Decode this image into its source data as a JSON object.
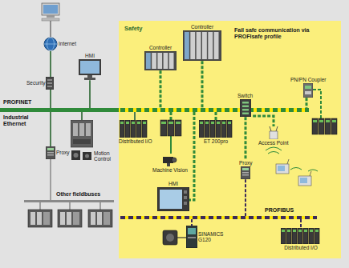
{
  "diagram": {
    "nodes": [
      {
        "text": [
          "Internet"
        ]
      },
      {
        "text": [
          "Security"
        ]
      },
      {
        "text": [
          "HMI"
        ]
      },
      {
        "text": [
          "PROFINET",
          "Industrial Ethernet"
        ]
      },
      {
        "text": [
          "Proxy"
        ]
      },
      {
        "text": [
          "Motion Control"
        ]
      },
      {
        "text": [
          "Distributed I/O"
        ]
      },
      {
        "text": [
          "Other fieldbuses"
        ]
      },
      {
        "text": [
          "Safety"
        ]
      },
      {
        "text": [
          "Controller"
        ],
        "in": 8
      },
      {
        "text": [
          "Controller"
        ],
        "in": 8
      },
      {
        "text": [
          "Switch"
        ],
        "in": 8
      },
      {
        "text": [
          "ET 200pro"
        ],
        "in": 8
      },
      {
        "text": [
          "Machine Vision"
        ],
        "in": 8
      },
      {
        "text": [
          "HMI"
        ],
        "in": 8
      },
      {
        "text": [
          "Proxy"
        ],
        "in": 8
      },
      {
        "text": [
          "Access Point"
        ],
        "in": 8
      },
      {
        "text": [
          "PN/PN Coupler"
        ],
        "in": 8
      },
      {
        "text": [
          "PROFIBUS"
        ],
        "in": 8
      },
      {
        "text": [
          "SINAMICS G120"
        ],
        "in": 8
      },
      {
        "text": [
          "Distributed I/O"
        ],
        "in": 8
      }
    ],
    "edges": [
      {
        "from": 0,
        "to": 1,
        "arrow": "none"
      },
      {
        "from": 1,
        "to": 3,
        "arrow": "none"
      },
      {
        "from": 2,
        "to": 3,
        "arrow": "none"
      },
      {
        "from": 3,
        "to": 4,
        "arrow": "none"
      },
      {
        "from": 4,
        "to": 7,
        "arrow": "none"
      },
      {
        "from": 3,
        "to": 5,
        "arrow": "none"
      },
      {
        "from": 3,
        "to": 6,
        "arrow": "none"
      },
      {
        "from": 9,
        "to": 3,
        "arrow": "none"
      },
      {
        "from": 10,
        "to": 3,
        "arrow": "none"
      },
      {
        "from": 3,
        "to": 12,
        "arrow": "none"
      },
      {
        "from": 3,
        "to": 14,
        "arrow": "none"
      },
      {
        "from": 11,
        "to": 15,
        "arrow": "none"
      },
      {
        "from": 15,
        "to": 18,
        "arrow": "none"
      },
      {
        "from": 11,
        "to": 16,
        "arrow": "none"
      },
      {
        "from": 17,
        "to": 3,
        "arrow": "none"
      },
      {
        "from": 18,
        "to": 19,
        "arrow": "none"
      },
      {
        "from": 18,
        "to": 20,
        "arrow": "none"
      }
    ],
    "labels": [
      "Fail safe communication via PROFIsafe profile"
    ]
  }
}
